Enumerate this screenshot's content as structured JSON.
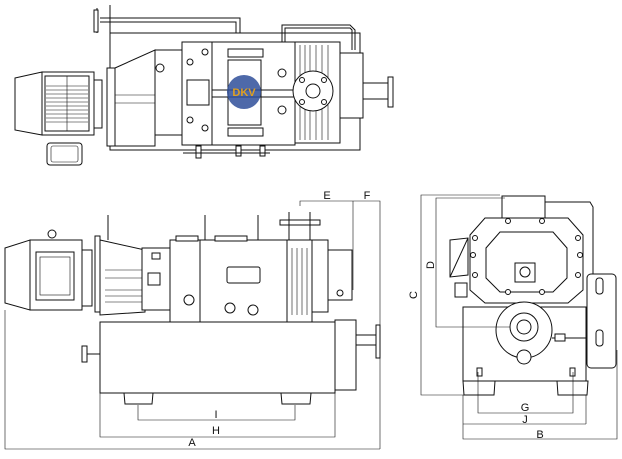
{
  "drawing": {
    "logo_text": "DKV",
    "logo_color": "#2f4f9a",
    "logo_accent": "#e0a020",
    "dimensions": {
      "A": "A",
      "B": "B",
      "C": "C",
      "D": "D",
      "E": "E",
      "F": "F",
      "G": "G",
      "H": "H",
      "I": "I",
      "J": "J"
    }
  }
}
